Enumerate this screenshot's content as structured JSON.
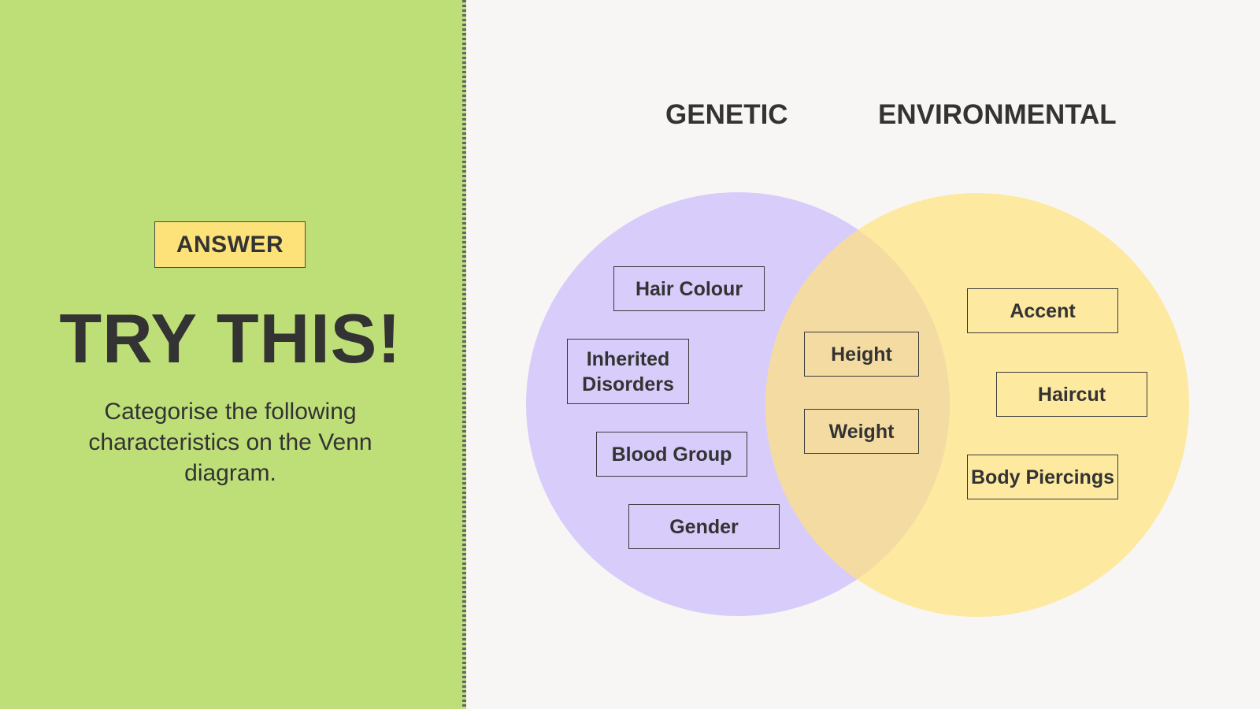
{
  "left_panel": {
    "badge": "ANSWER",
    "title": "TRY THIS!",
    "instructions": "Categorise the following characteristics on the Venn diagram."
  },
  "venn": {
    "sets": [
      {
        "label": "GENETIC",
        "color": "#d8ccfb"
      },
      {
        "label": "ENVIRONMENTAL",
        "color": "#fde9a0"
      }
    ],
    "overlap_color": "#f3dba2",
    "genetic_only": [
      "Hair Colour",
      "Inherited Disorders",
      "Blood Group",
      "Gender"
    ],
    "both": [
      "Height",
      "Weight"
    ],
    "environmental_only": [
      "Accent",
      "Haircut",
      "Body Piercings"
    ]
  },
  "colors": {
    "left_background": "#bedf78",
    "badge_background": "#fde27a",
    "page_background": "#f7f6f4",
    "text": "#333333"
  }
}
